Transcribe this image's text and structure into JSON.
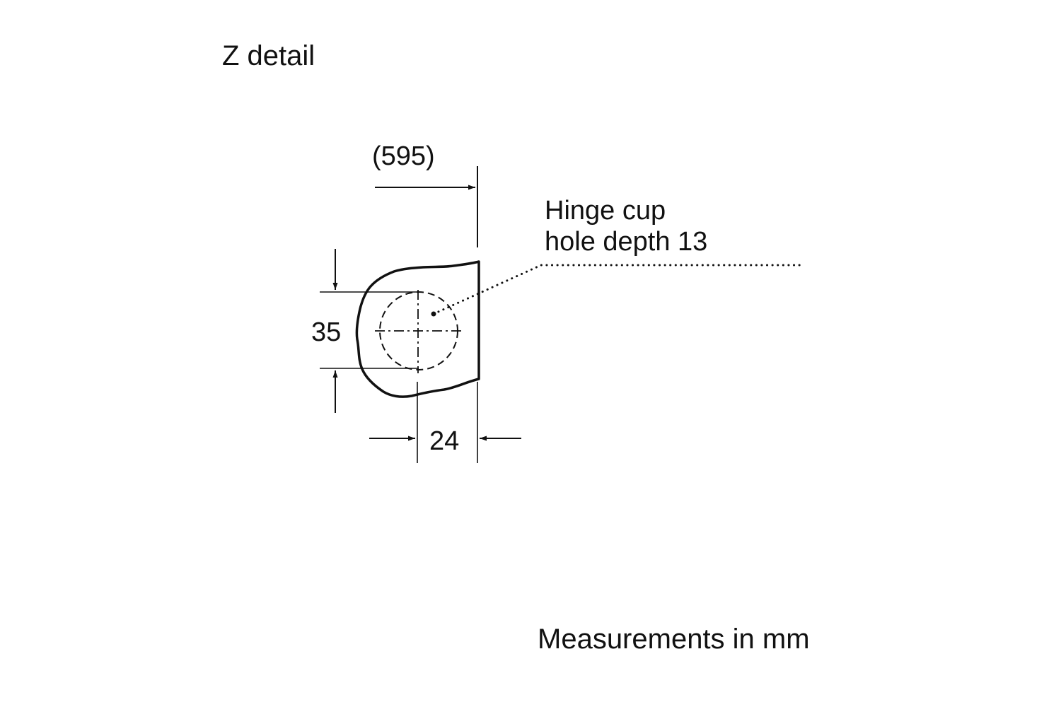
{
  "diagram": {
    "title": "Z detail",
    "dimensions": {
      "overall": "(595)",
      "hole_diameter": "35",
      "edge_offset": "24"
    },
    "annotation": {
      "line1": "Hinge cup",
      "line2": "hole depth 13"
    },
    "units_note": "Measurements in mm"
  },
  "colors": {
    "ink": "#111111",
    "background": "#ffffff"
  }
}
